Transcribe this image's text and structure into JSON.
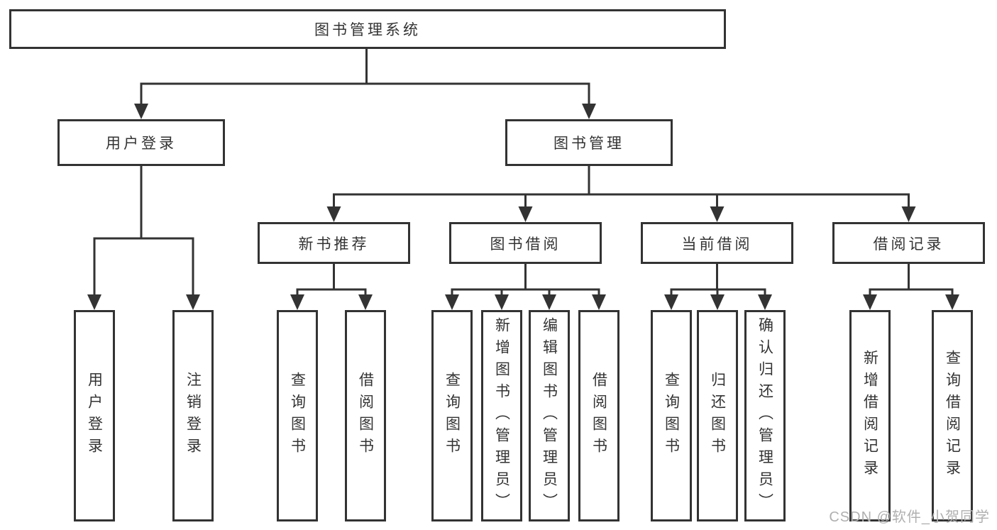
{
  "colors": {
    "line": "#333333",
    "text": "#333333",
    "background": "#ffffff",
    "watermark": "#b0b0b0"
  },
  "tree": {
    "root": {
      "label": "图书管理系统"
    },
    "level2": [
      {
        "label": "用户登录",
        "children": [
          {
            "label": "用户登录"
          },
          {
            "label": "注销登录"
          }
        ]
      },
      {
        "label": "图书管理",
        "children": [
          {
            "label": "新书推荐",
            "children": [
              {
                "label": "查询图书"
              },
              {
                "label": "借阅图书"
              }
            ]
          },
          {
            "label": "图书借阅",
            "children": [
              {
                "label": "查询图书"
              },
              {
                "label": "新增图书（管理员）"
              },
              {
                "label": "编辑图书（管理员）"
              },
              {
                "label": "借阅图书"
              }
            ]
          },
          {
            "label": "当前借阅",
            "children": [
              {
                "label": "查询图书"
              },
              {
                "label": "归还图书"
              },
              {
                "label": "确认归还（管理员）"
              }
            ]
          },
          {
            "label": "借阅记录",
            "children": [
              {
                "label": "新增借阅记录"
              },
              {
                "label": "查询借阅记录"
              }
            ]
          }
        ]
      }
    ]
  },
  "watermark": {
    "text": "CSDN @软件_小贺同学"
  }
}
